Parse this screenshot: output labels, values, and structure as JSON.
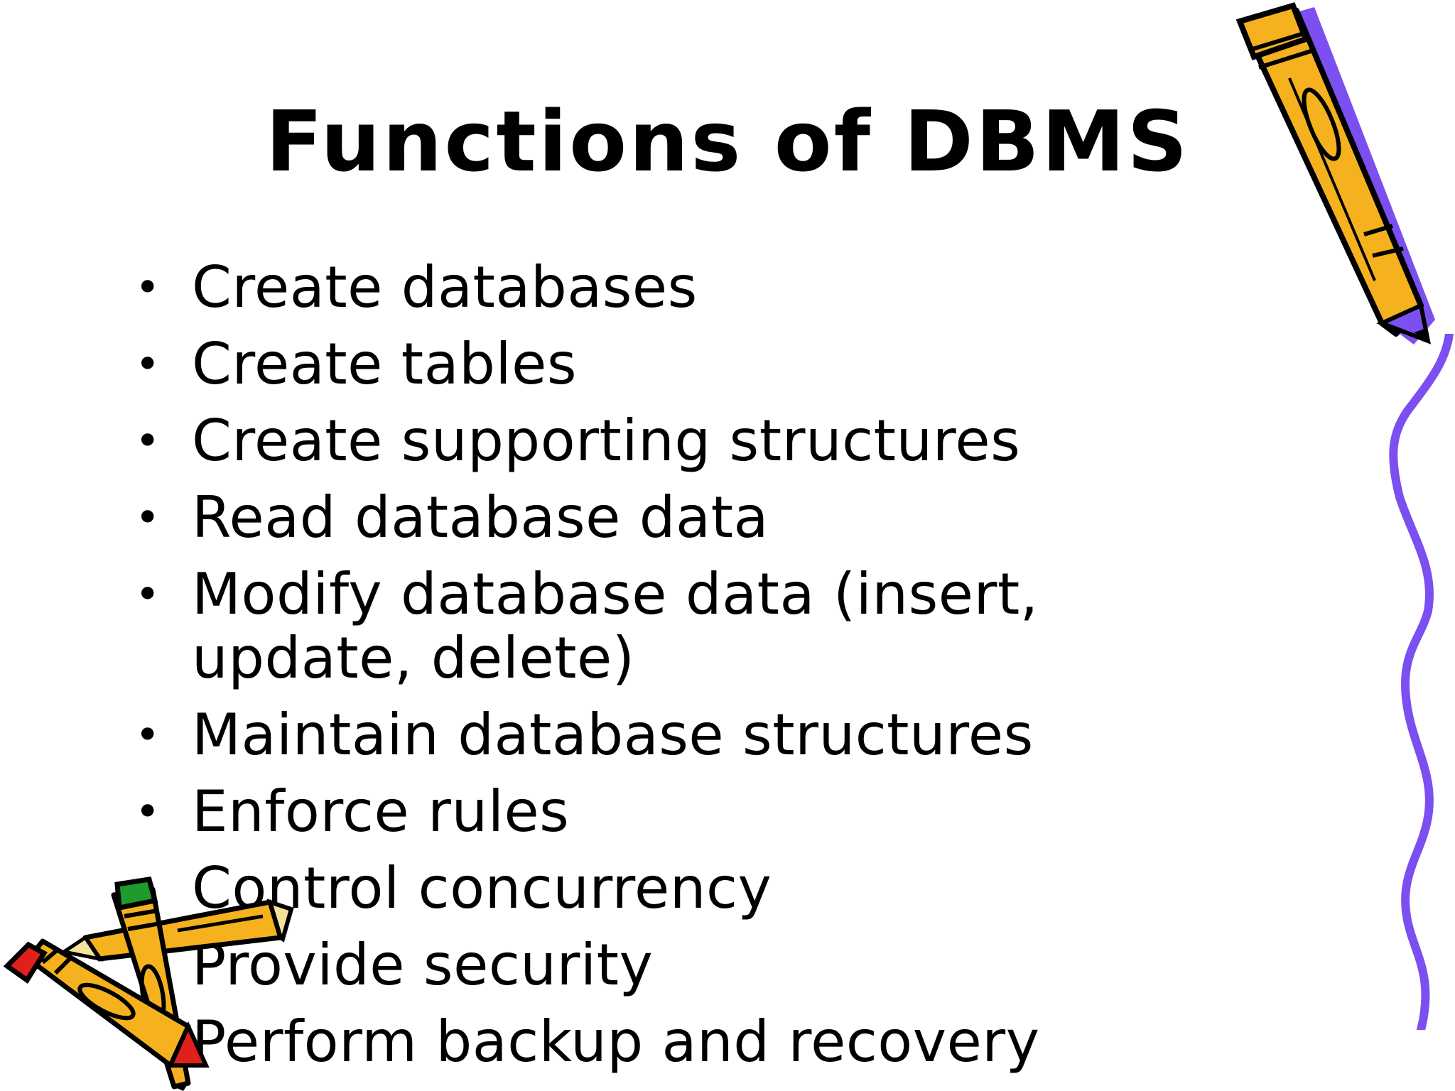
{
  "slide": {
    "title": "Functions of DBMS",
    "bullet_symbol": "•",
    "items": [
      "Create databases",
      "Create tables",
      "Create supporting structures",
      "Read database data",
      "Modify database data (insert, update, delete)",
      "Maintain database structures",
      "Enforce rules",
      "Control concurrency",
      "Provide security",
      "Perform backup and recovery"
    ]
  },
  "decorations": {
    "pencil_top_right": "pencil-icon",
    "squiggle_right": "squiggle-line-icon",
    "pencils_bottom_left": "pencils-icon",
    "colors": {
      "pencil_body": "#F5B21E",
      "pencil_shade": "#7B4FF0",
      "squiggle": "#7B4FF0",
      "eraser_red": "#E0201C",
      "eraser_green": "#1E9B2A",
      "outline": "#000000"
    }
  }
}
